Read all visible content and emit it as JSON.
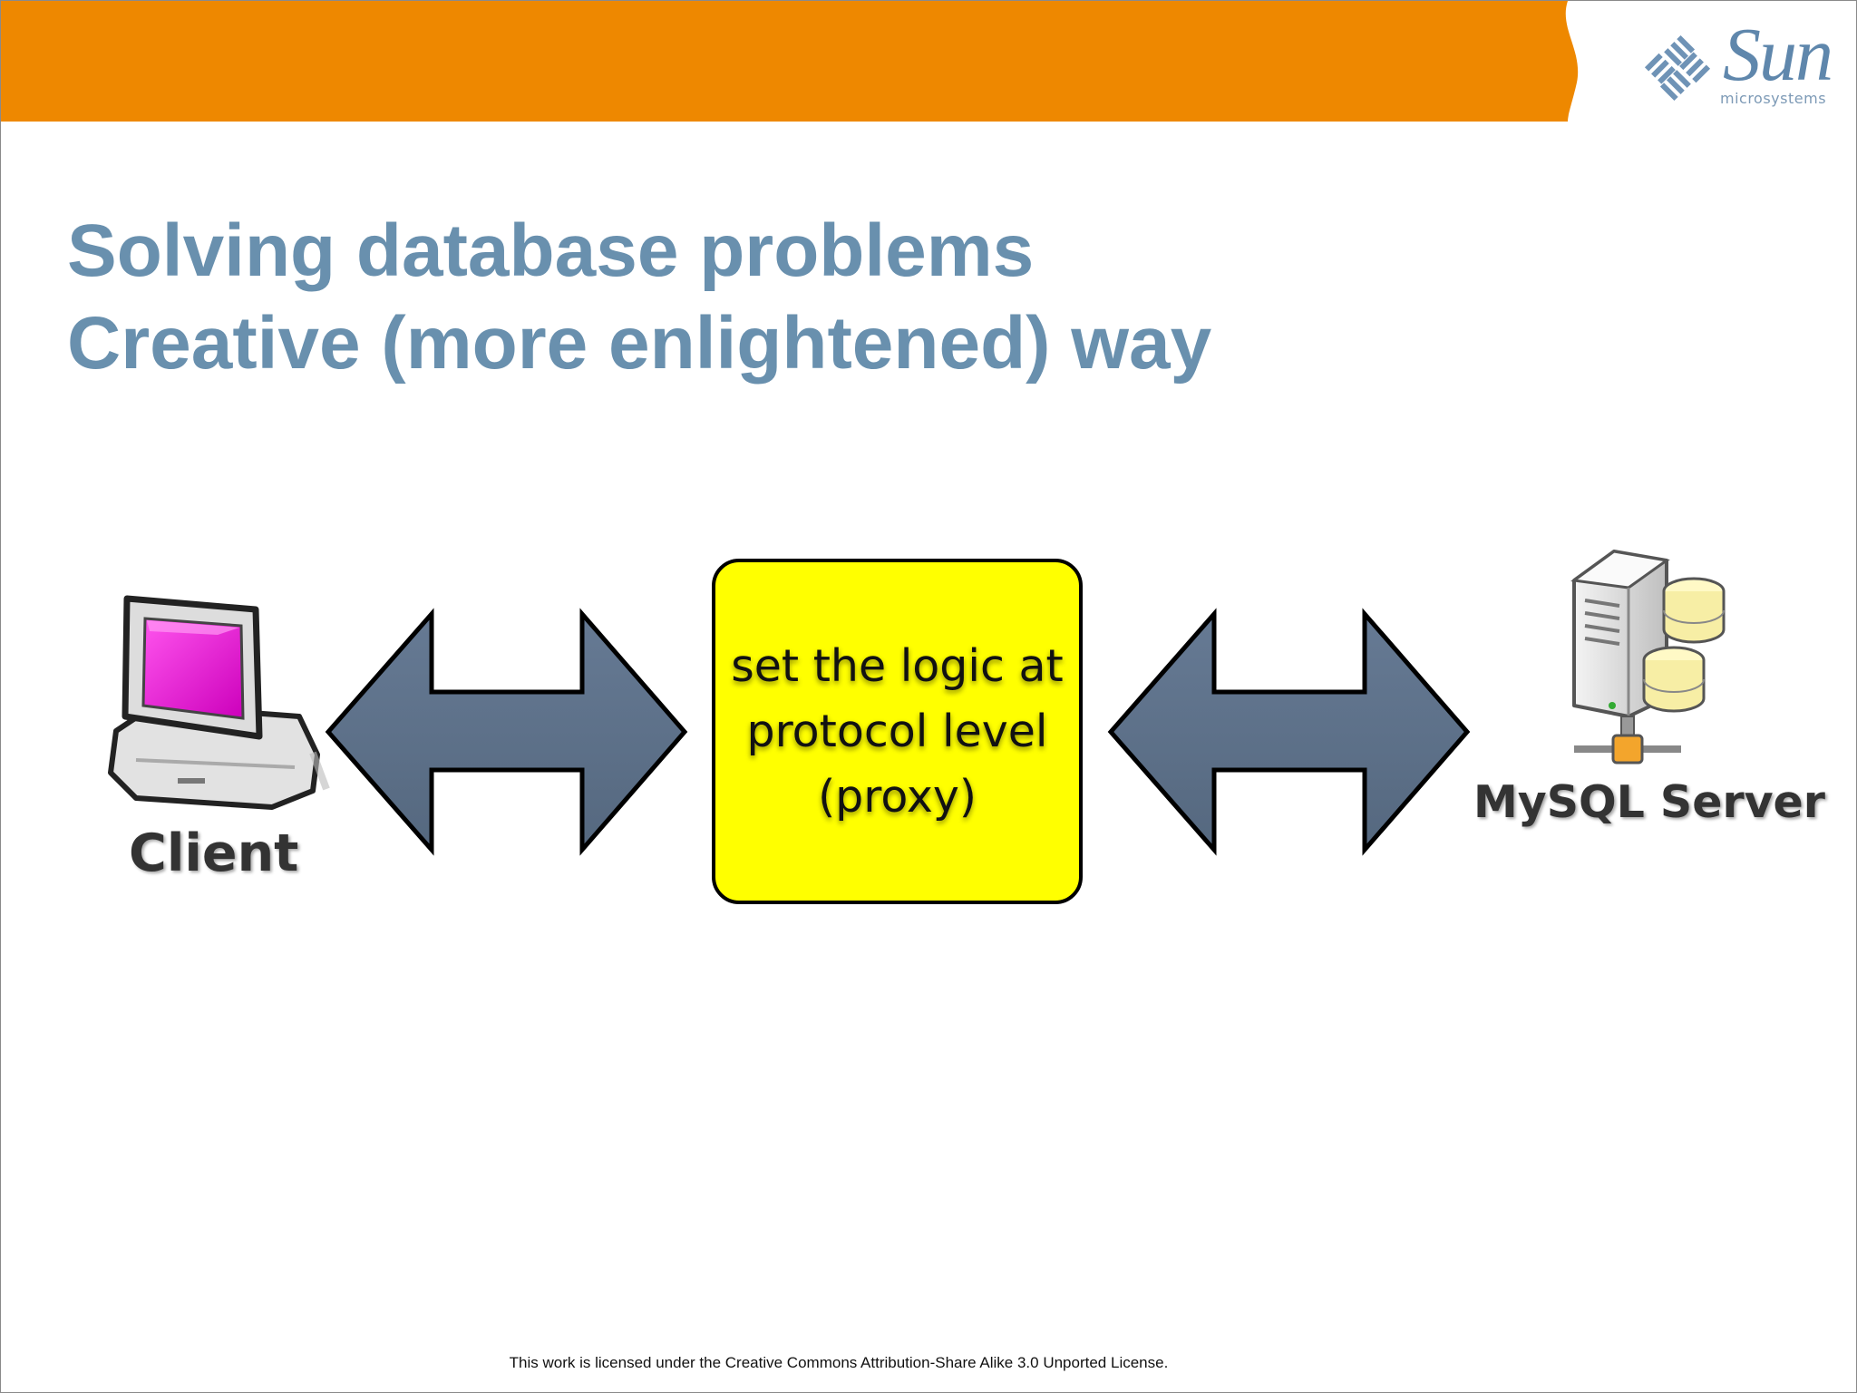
{
  "slide": {
    "title_line1": "Solving database problems",
    "title_line2": "Creative (more enlightened) way",
    "footer": "This work is licensed under the Creative Commons Attribution-Share Alike 3.0 Unported License."
  },
  "logo": {
    "word": "Sun",
    "sub": "microsystems",
    "icon": "sun-diamond-logo-icon"
  },
  "diagram": {
    "client_label": "Client",
    "proxy_text": [
      "set the logic at",
      "protocol level",
      "(proxy)"
    ],
    "server_label": "MySQL Server",
    "left_icon": "computer-monitor-icon",
    "right_icon": "database-server-icon",
    "connector_icon": "double-arrow-icon"
  },
  "colors": {
    "header_orange": "#ee8800",
    "title_blue": "#6990ae",
    "arrow_fill": "#5d708a",
    "proxy_yellow": "#ffff00"
  }
}
